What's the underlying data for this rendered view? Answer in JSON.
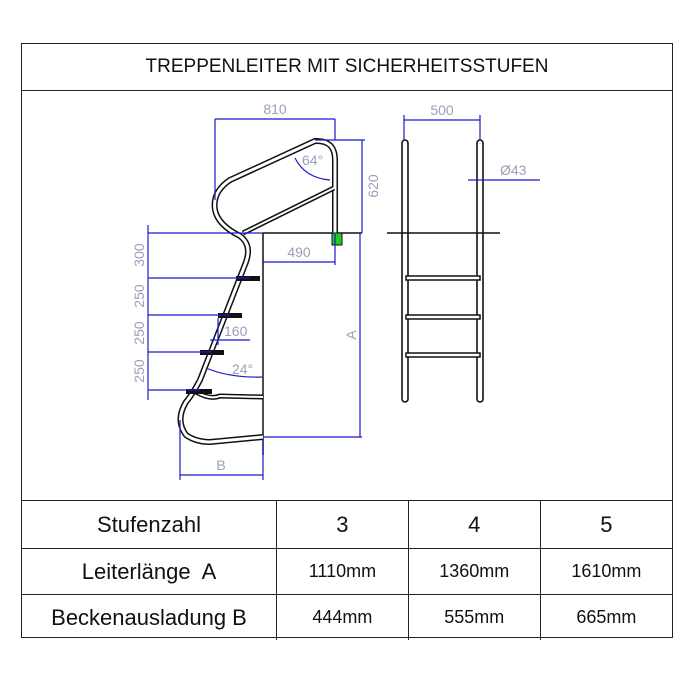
{
  "title": "TREPPENLEITER MIT SICHERHEITSSTUFEN",
  "drawing": {
    "dimensions": {
      "width_handrail": "810",
      "height_handrail": "620",
      "offset": "490",
      "ladder_width": "500",
      "tube_diameter": "Ø43",
      "step_top": "300",
      "step_spacing_1": "250",
      "step_spacing_2": "250",
      "step_spacing_3": "250",
      "step_depth": "160",
      "angle_top": "64°",
      "angle_bottom": "24°",
      "length_label": "A",
      "reach_label": "B"
    }
  },
  "table": {
    "headers": [
      "Stufenzahl",
      "3",
      "4",
      "5"
    ],
    "rows": [
      [
        "Leiterlänge  A",
        "1110mm",
        "1360mm",
        "1610mm"
      ],
      [
        "Beckenausladung B",
        "444mm",
        "555mm",
        "665mm"
      ]
    ]
  },
  "colors": {
    "dimension": "#1a1ad0",
    "text_dim": "#9aa0b8",
    "line": "#111111",
    "anchor": "#22cc22"
  }
}
